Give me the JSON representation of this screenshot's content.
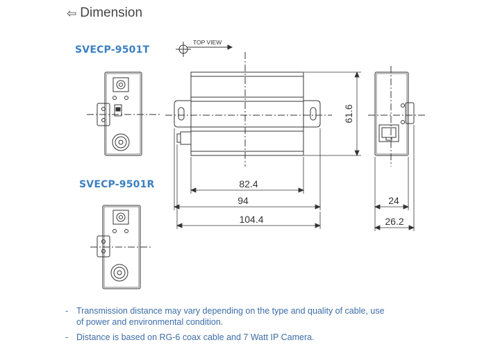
{
  "header": {
    "back_icon": "left-arrow-icon",
    "title": "Dimension"
  },
  "models": {
    "transmitter": "SVECP-9501T",
    "receiver": "SVECP-9501R"
  },
  "drawing": {
    "top_view_label": "TOP VIEW",
    "dimensions": {
      "height": "61.6",
      "body_length": "82.4",
      "flange_length": "94",
      "overall_length": "104.4",
      "body_width": "24",
      "overall_width": "26.2"
    }
  },
  "notes": {
    "note1_line1": "Transmission distance may vary depending on the type and quality of cable, use",
    "note1_line2": "of power and environmental condition.",
    "note2": "Distance is based on RG-6 coax cable and 7 Watt IP Camera."
  },
  "colors": {
    "model_label": "#3c7fc0",
    "note_text": "#3c6da8",
    "line": "#333333"
  }
}
